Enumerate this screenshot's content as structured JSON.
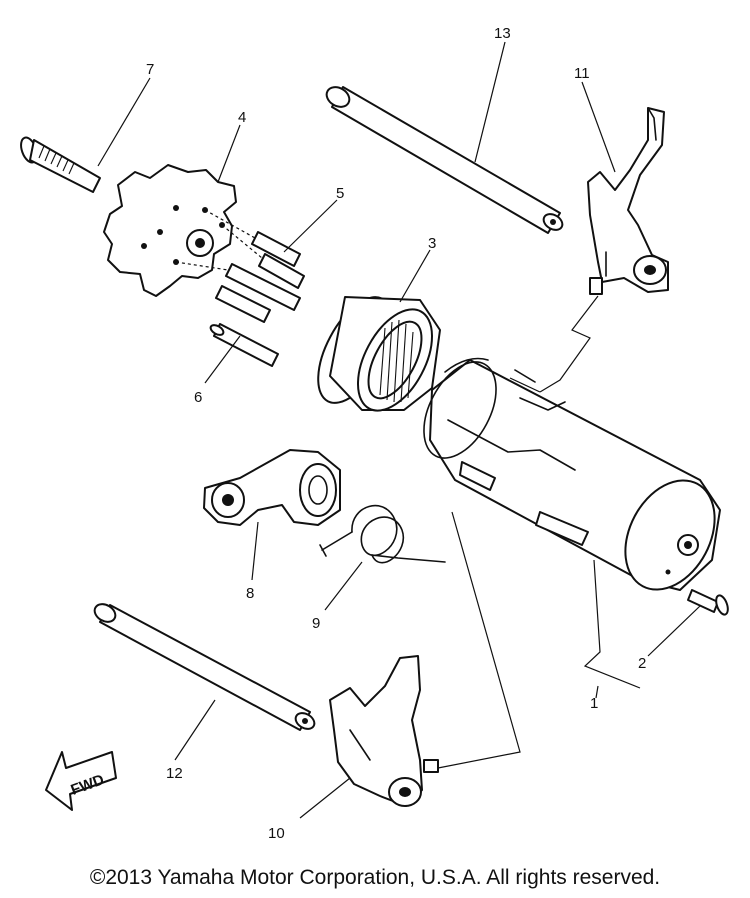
{
  "diagram": {
    "callouts": [
      "1",
      "2",
      "3",
      "4",
      "5",
      "6",
      "7",
      "8",
      "9",
      "10",
      "11",
      "12",
      "13"
    ],
    "fwd_label": "FWD"
  },
  "footer": {
    "copyright": "©2013 Yamaha Motor Corporation, U.S.A. All rights reserved."
  }
}
